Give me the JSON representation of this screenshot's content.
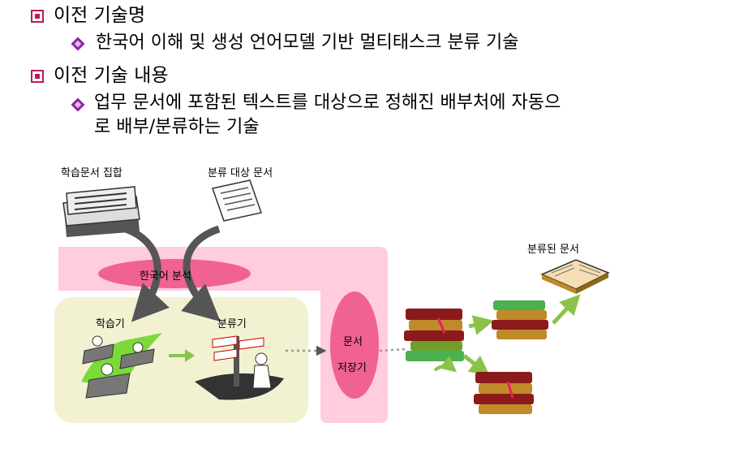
{
  "bullets": [
    {
      "text": "이전 기술명",
      "sub": [
        "한국어 이해 및 생성 언어모델 기반 멀티태스크 분류 기술"
      ]
    },
    {
      "text": "이전 기술 내용",
      "sub": [
        "업무 문서에 포함된 텍스트를 대상으로 정해진 배부처에 자동으",
        "로 배부/분류하는 기술"
      ]
    }
  ],
  "diagram": {
    "training_docs": "학습문서 집합",
    "target_doc": "분류 대상 문서",
    "analysis": "한국어 분석",
    "learner": "학습기",
    "classifier": "분류기",
    "storage_line1": "문서",
    "storage_line2": "저장기",
    "classified_docs": "분류된 문서"
  },
  "colors": {
    "pink_band": "#ffcce0",
    "ellipse": "#f06292",
    "learn_box": "#f2f2d2",
    "arrow_green": "#8bc34a"
  }
}
